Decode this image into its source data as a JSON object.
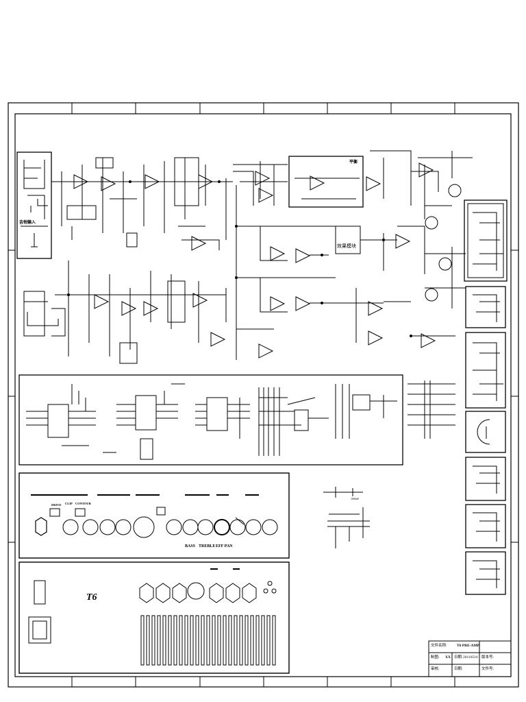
{
  "schematic": {
    "input_label": "吉他输入",
    "module_label": "效果模块",
    "block_label": "平衡",
    "cap_label": "1000uF"
  },
  "panel_front": {
    "label_drive": "DRIVE",
    "label_clip": "CLIP",
    "label_contour": "CONTOUR",
    "label_bass": "BASS",
    "label_treble": "TREBLE",
    "label_eff": "EFF PAN"
  },
  "panel_back": {
    "model": "T6"
  },
  "title_block": {
    "file_name_label": "文件名称:",
    "file_name_value": "T6 PRE-AMP",
    "drawn_label": "制图:",
    "drawn_value": "XX",
    "date_label": "日期:",
    "date_value": "20110516",
    "version_label": "版本号:",
    "review_label": "审核:",
    "date2_label": "日期:",
    "docno_label": "文件号:"
  }
}
